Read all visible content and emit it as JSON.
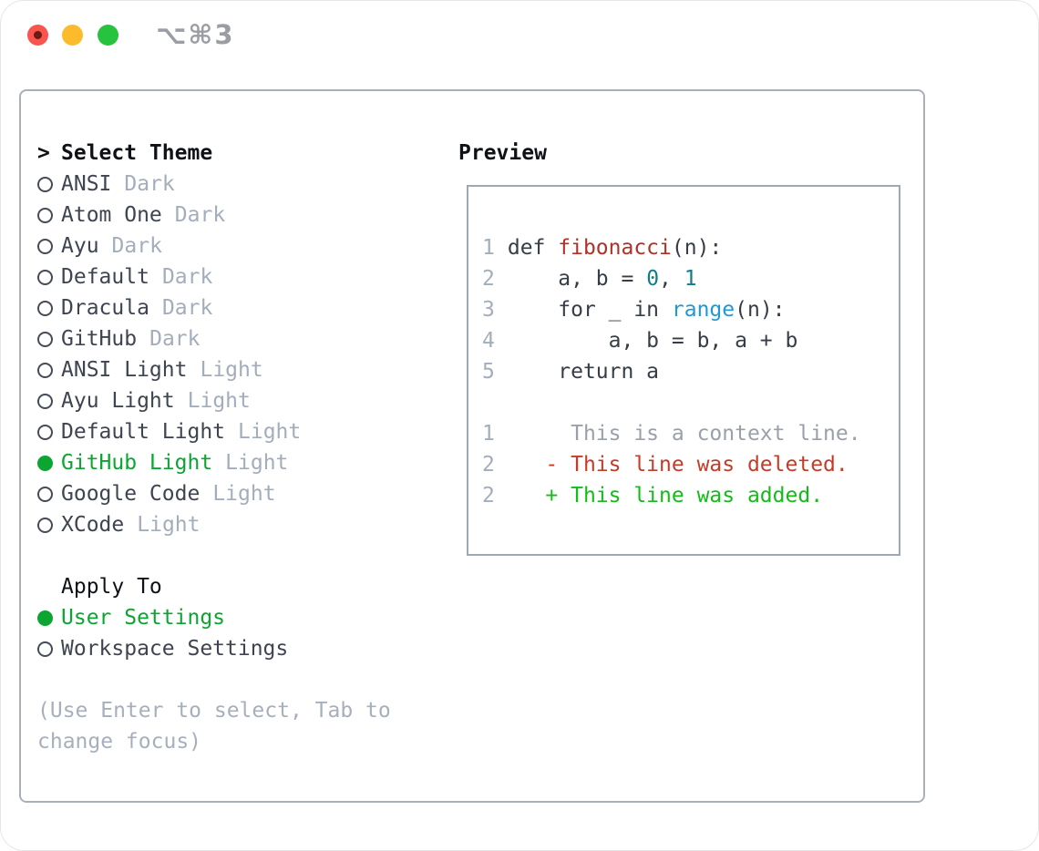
{
  "window": {
    "title": "⌥⌘3",
    "buttons": [
      "close",
      "minimize",
      "zoom"
    ]
  },
  "colors": {
    "accent_green": "#0ba531",
    "traffic_red": "#f9544d",
    "traffic_yellow": "#fcbb2d",
    "traffic_green": "#27c23e",
    "deleted_red": "#c63b28",
    "added_green": "#12bd17",
    "function_red": "#b23026",
    "number_teal": "#0e7f8a",
    "call_blue": "#2198d6",
    "muted_gray": "#a4adbb"
  },
  "theme_list": {
    "header": {
      "prefix": ">",
      "label": "Select Theme"
    },
    "items": [
      {
        "name": "ANSI",
        "variant": "Dark",
        "selected": false
      },
      {
        "name": "Atom One",
        "variant": "Dark",
        "selected": false
      },
      {
        "name": "Ayu",
        "variant": "Dark",
        "selected": false
      },
      {
        "name": "Default",
        "variant": "Dark",
        "selected": false
      },
      {
        "name": "Dracula",
        "variant": "Dark",
        "selected": false
      },
      {
        "name": "GitHub",
        "variant": "Dark",
        "selected": false
      },
      {
        "name": "ANSI Light",
        "variant": "Light",
        "selected": false
      },
      {
        "name": "Ayu Light",
        "variant": "Light",
        "selected": false
      },
      {
        "name": "Default Light",
        "variant": "Light",
        "selected": false
      },
      {
        "name": "GitHub Light",
        "variant": "Light",
        "selected": true
      },
      {
        "name": "Google Code",
        "variant": "Light",
        "selected": false
      },
      {
        "name": "XCode",
        "variant": "Light",
        "selected": false
      }
    ]
  },
  "apply_to": {
    "label": "Apply To",
    "options": [
      {
        "name": "User Settings",
        "selected": true
      },
      {
        "name": "Workspace Settings",
        "selected": false
      }
    ]
  },
  "hint": "(Use Enter to select, Tab to\nchange focus)",
  "preview": {
    "title": "Preview",
    "code": [
      {
        "num": "1",
        "segs": [
          {
            "t": "def ",
            "c": "plain"
          },
          {
            "t": "fibonacci",
            "c": "function"
          },
          {
            "t": "(n):",
            "c": "plain"
          }
        ]
      },
      {
        "num": "2",
        "segs": [
          {
            "t": "    a, b = ",
            "c": "plain"
          },
          {
            "t": "0",
            "c": "number"
          },
          {
            "t": ", ",
            "c": "plain"
          },
          {
            "t": "1",
            "c": "number"
          }
        ]
      },
      {
        "num": "3",
        "segs": [
          {
            "t": "    for _ in ",
            "c": "plain"
          },
          {
            "t": "range",
            "c": "call"
          },
          {
            "t": "(n):",
            "c": "plain"
          }
        ]
      },
      {
        "num": "4",
        "segs": [
          {
            "t": "        a, b = b, a + b",
            "c": "plain"
          }
        ]
      },
      {
        "num": "5",
        "segs": [
          {
            "t": "    return a",
            "c": "plain"
          }
        ]
      }
    ],
    "diff": [
      {
        "num": "1",
        "text": "     This is a context line.",
        "kind": "context"
      },
      {
        "num": "2",
        "text": "   - This line was deleted.",
        "kind": "deleted"
      },
      {
        "num": "2",
        "text": "   + This line was added.",
        "kind": "added"
      }
    ]
  }
}
